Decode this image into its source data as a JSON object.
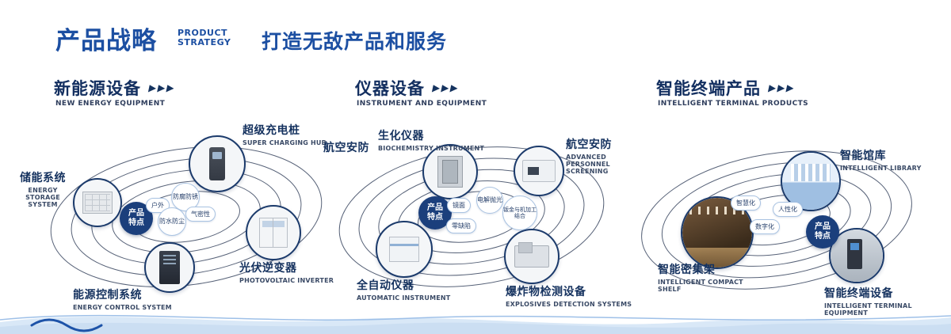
{
  "header": {
    "title": "产品战略",
    "subtitle_line1": "PRODUCT",
    "subtitle_line2": "STRATEGY",
    "slogan": "打造无敌产品和服务"
  },
  "icons": {
    "arrows": "▶▶▶"
  },
  "colors": {
    "accent_blue": "#1c4fa2",
    "navy": "#15325f",
    "feature_circle": "#1b3f7c",
    "wave_blue": "#d9e8f7"
  },
  "sections": [
    {
      "title": "新能源设备",
      "subtitle": "NEW ENERGY EQUIPMENT",
      "center_label": "产品特点",
      "features": [
        "户外",
        "防腐防锈",
        "气密性",
        "防水防尘"
      ],
      "products": [
        {
          "name": "超级充电桩",
          "en": "SUPER CHARGING HUB"
        },
        {
          "name": "储能系统",
          "en": "ENERGY STORAGE SYSTEM"
        },
        {
          "name": "光伏逆变器",
          "en": "PHOTOVOLTAIC INVERTER"
        },
        {
          "name": "能源控制系统",
          "en": "ENERGY CONTROL SYSTEM"
        }
      ]
    },
    {
      "title": "仪器设备",
      "subtitle": "INSTRUMENT AND EQUIPMENT",
      "center_label": "产品特点",
      "side_label": "航空安防",
      "features": [
        "镜面",
        "电解抛光",
        "钣金与机加工结合",
        "零缺陷"
      ],
      "products": [
        {
          "name": "生化仪器",
          "en": "BIOCHEMISTRY INSTRUMENT"
        },
        {
          "name": "航空安防",
          "en": "ADVANCED PERSONNEL SCREENING"
        },
        {
          "name": "全自动仪器",
          "en": "AUTOMATIC INSTRUMENT"
        },
        {
          "name": "爆炸物检测设备",
          "en": "EXPLOSIVES DETECTION SYSTEMS"
        }
      ]
    },
    {
      "title": "智能终端产品",
      "subtitle": "INTELLIGENT TERMINAL PRODUCTS",
      "center_label": "产品特点",
      "features": [
        "智慧化",
        "人性化",
        "数字化"
      ],
      "products": [
        {
          "name": "智能馆库",
          "en": "INTELLIGENT LIBRARY"
        },
        {
          "name": "智能密集架",
          "en": "INTELLIGENT COMPACT SHELF"
        },
        {
          "name": "智能终端设备",
          "en": "INTELLIGENT TERMINAL EQUIPMENT"
        }
      ]
    }
  ]
}
